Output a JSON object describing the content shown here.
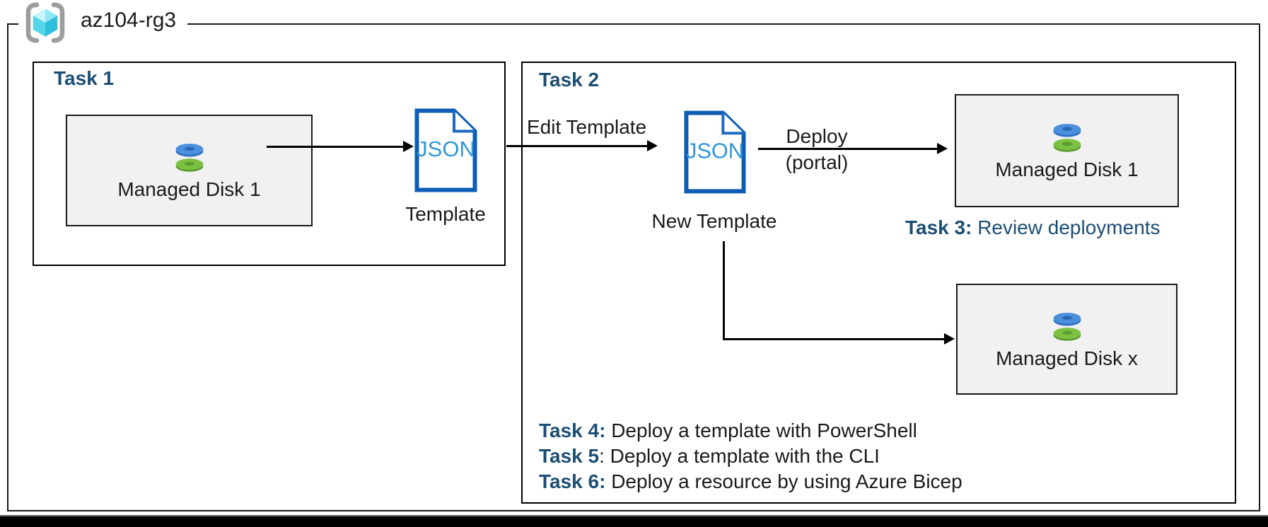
{
  "header": {
    "resource_group": "az104-rg3"
  },
  "colors": {
    "title_blue": "#1C4E74",
    "json_doc_border": "#0F5CB5",
    "json_doc_text": "#2E96D8",
    "disk_blue": "#4a90dd",
    "disk_green": "#7cc142",
    "cube_cyan_light": "#c8f4fb",
    "cube_cyan_mid": "#55d4ea",
    "cube_cyan_dark": "#2fbfdc",
    "bracket_gray": "#9d9d9d",
    "box_fill_gray": "#f1f1f1"
  },
  "task1": {
    "title": "Task 1",
    "disk_box": {
      "label": "Managed Disk 1"
    },
    "json_doc": {
      "text": "JSON"
    },
    "template_label": "Template"
  },
  "task2": {
    "title": "Task 2",
    "edit_arrow_label": "Edit Template",
    "json_doc": {
      "text": "JSON"
    },
    "new_template_label": "New Template",
    "deploy_arrow": {
      "label": "Deploy",
      "sublabel": "(portal)"
    },
    "disk_box_1": {
      "label": "Managed Disk 1"
    },
    "disk_box_x": {
      "label": "Managed Disk x"
    }
  },
  "task3": {
    "prefix": "Task 3:",
    "text": " Review deployments"
  },
  "tasks": [
    {
      "prefix": "Task 4:",
      "text": " Deploy a template with PowerShell"
    },
    {
      "prefix": "Task 5",
      "text": ": Deploy a template with the CLI"
    },
    {
      "prefix": "Task 6:",
      "text": " Deploy a resource by using Azure Bicep"
    }
  ]
}
